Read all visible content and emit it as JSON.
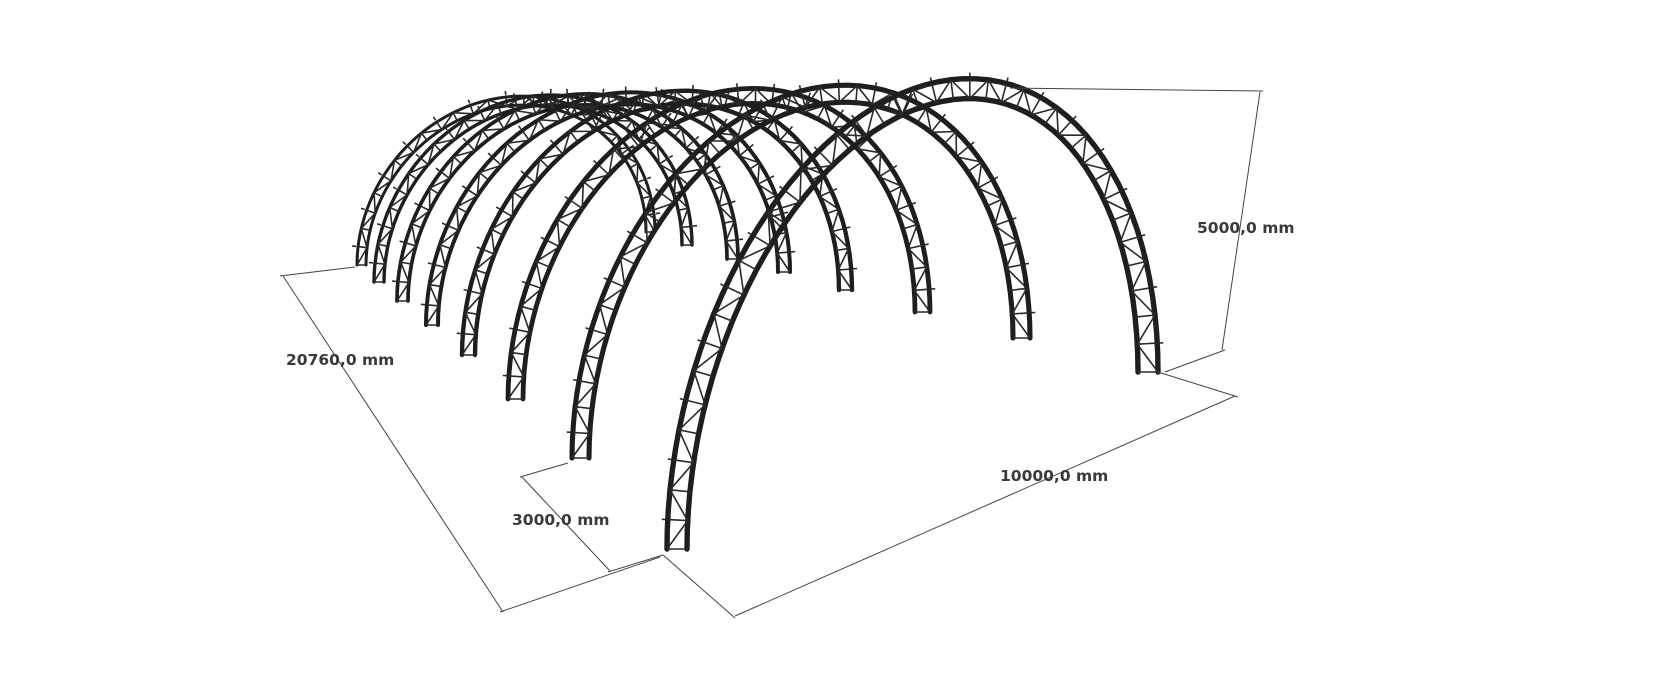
{
  "drawing": {
    "subject": "arched truss frames",
    "arch_count": 8
  },
  "dimensions": {
    "height": "5000,0 mm",
    "width": "10000,0 mm",
    "spacing": "3000,0 mm",
    "length": "20760,0 mm"
  },
  "colors": {
    "truss": "#1e1e1e",
    "dimension_line": "#444444",
    "dimension_text": "#3a3a3a",
    "background": "#ffffff"
  }
}
